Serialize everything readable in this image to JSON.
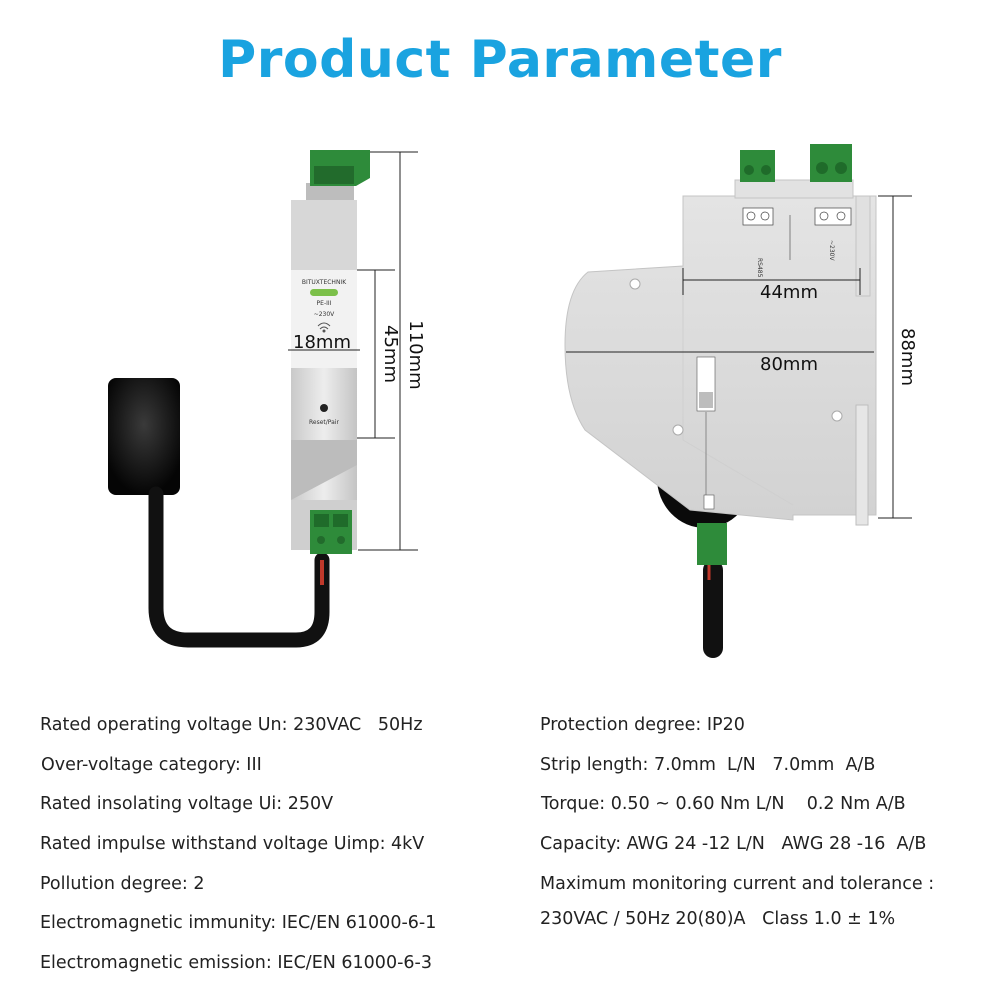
{
  "title": "Product Parameter",
  "device_labels": {
    "brand": "BITUXTECHNIK",
    "model": "PE-III",
    "voltage": "~230V",
    "button": "Reset/Pair",
    "rs485": "RS485",
    "ac": "~230V"
  },
  "dimensions": {
    "width_front": "18mm",
    "height_window": "45mm",
    "height_total": "110mm",
    "side_top": "44mm",
    "side_depth": "80mm",
    "side_height": "88mm"
  },
  "specs_left": [
    "Rated operating voltage Un: 230VAC   50Hz",
    "Over-voltage category: III",
    "Rated insolating voltage Ui: 250V",
    "Rated impulse withstand voltage Uimp: 4kV",
    "Pollution degree: 2",
    "Electromagnetic immunity: IEC/EN 61000-6-1",
    "Electromagnetic emission: IEC/EN 61000-6-3"
  ],
  "specs_right": [
    "Protection degree: IP20",
    "Strip length: 7.0mm  L/N   7.0mm  A/B",
    "Torque: 0.50 ~ 0.60 Nm L/N    0.2 Nm A/B",
    "Capacity: AWG 24 -12 L/N   AWG 28 -16  A/B",
    "Maximum monitoring current and tolerance :",
    "230VAC / 50Hz 20(80)A   Class 1.0 ± 1%"
  ],
  "colors": {
    "title": "#1aa3e0",
    "terminal_green": "#2e8b3a",
    "body_grey": "#dcdcdc",
    "led_green": "#7cc04a"
  }
}
